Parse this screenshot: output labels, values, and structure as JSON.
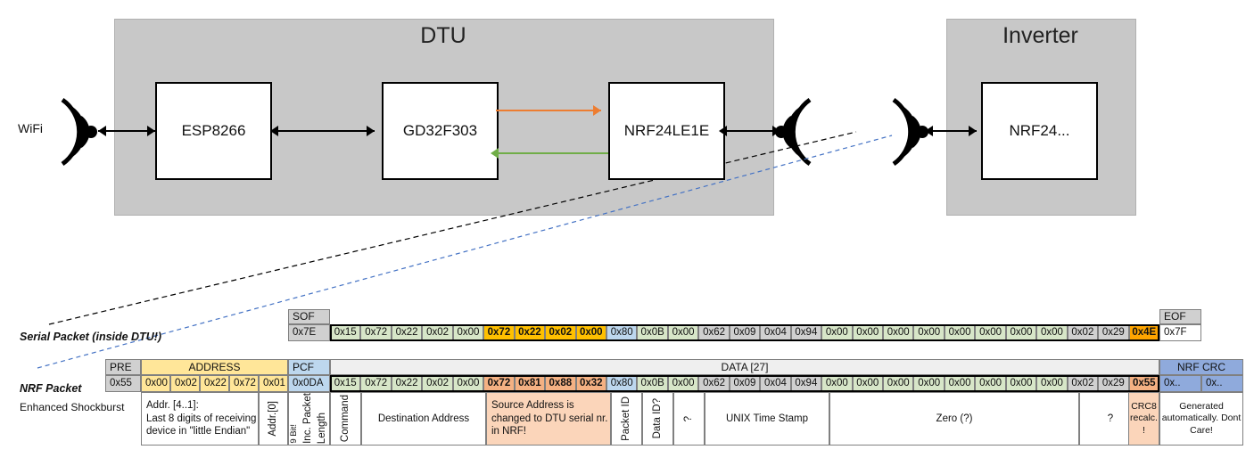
{
  "diagram": {
    "dtu": {
      "title": "DTU",
      "chips": [
        {
          "name": "ESP8266"
        },
        {
          "name": "GD32F303"
        },
        {
          "name": "NRF24LE1E"
        }
      ],
      "wifi_label": "WiFi"
    },
    "inverter": {
      "title": "Inverter",
      "chips": [
        {
          "name": "NRF24..."
        }
      ]
    },
    "colors": {
      "group_fill": "#c8c8c8",
      "orange_arrow": "#ED7D31",
      "green_arrow": "#70AD47",
      "black_arrow": "#000000",
      "blue_dash": "#4472C4",
      "black_dash": "#000000"
    }
  },
  "serial_packet": {
    "label": "Serial Packet (inside DTU!)",
    "sof_header": "SOF",
    "sof_value": "0x7E",
    "eof_header": "EOF",
    "eof_value": "0x7F",
    "bytes": [
      {
        "v": "0x15",
        "fill": "green",
        "bold": false
      },
      {
        "v": "0x72",
        "fill": "green",
        "bold": false
      },
      {
        "v": "0x22",
        "fill": "green",
        "bold": false
      },
      {
        "v": "0x02",
        "fill": "green",
        "bold": false
      },
      {
        "v": "0x00",
        "fill": "green",
        "bold": false
      },
      {
        "v": "0x72",
        "fill": "yellow",
        "bold": true
      },
      {
        "v": "0x22",
        "fill": "yellow",
        "bold": true
      },
      {
        "v": "0x02",
        "fill": "yellow",
        "bold": true
      },
      {
        "v": "0x00",
        "fill": "yellow",
        "bold": true
      },
      {
        "v": "0x80",
        "fill": "blue",
        "bold": false
      },
      {
        "v": "0x0B",
        "fill": "green",
        "bold": false
      },
      {
        "v": "0x00",
        "fill": "green",
        "bold": false
      },
      {
        "v": "0x62",
        "fill": "grey",
        "bold": false
      },
      {
        "v": "0x09",
        "fill": "grey",
        "bold": false
      },
      {
        "v": "0x04",
        "fill": "grey",
        "bold": false
      },
      {
        "v": "0x94",
        "fill": "grey",
        "bold": false
      },
      {
        "v": "0x00",
        "fill": "green",
        "bold": false
      },
      {
        "v": "0x00",
        "fill": "green",
        "bold": false
      },
      {
        "v": "0x00",
        "fill": "green",
        "bold": false
      },
      {
        "v": "0x00",
        "fill": "green",
        "bold": false
      },
      {
        "v": "0x00",
        "fill": "green",
        "bold": false
      },
      {
        "v": "0x00",
        "fill": "green",
        "bold": false
      },
      {
        "v": "0x00",
        "fill": "green",
        "bold": false
      },
      {
        "v": "0x00",
        "fill": "green",
        "bold": false
      },
      {
        "v": "0x02",
        "fill": "grey",
        "bold": false
      },
      {
        "v": "0x29",
        "fill": "grey",
        "bold": false
      },
      {
        "v": "0x4E",
        "fill": "orange",
        "bold": true
      }
    ]
  },
  "nrf_packet": {
    "label": "NRF Packet",
    "sublabel": "Enhanced Shockburst",
    "headers": {
      "pre": "PRE",
      "address": "ADDRESS",
      "pcf": "PCF",
      "data": "DATA [27]",
      "nrf_crc": "NRF CRC"
    },
    "pre_value": "0x55",
    "address_values": [
      "0x00",
      "0x02",
      "0x22",
      "0x72",
      "0x01"
    ],
    "pcf_value": "0x0DA",
    "crc_values": [
      "0x..",
      "0x.."
    ],
    "bytes": [
      {
        "v": "0x15",
        "fill": "green",
        "bold": false
      },
      {
        "v": "0x72",
        "fill": "green",
        "bold": false
      },
      {
        "v": "0x22",
        "fill": "green",
        "bold": false
      },
      {
        "v": "0x02",
        "fill": "green",
        "bold": false
      },
      {
        "v": "0x00",
        "fill": "green",
        "bold": false
      },
      {
        "v": "0x72",
        "fill": "salmon",
        "bold": true
      },
      {
        "v": "0x81",
        "fill": "salmon",
        "bold": true
      },
      {
        "v": "0x88",
        "fill": "salmon",
        "bold": true
      },
      {
        "v": "0x32",
        "fill": "salmon",
        "bold": true
      },
      {
        "v": "0x80",
        "fill": "blue",
        "bold": false
      },
      {
        "v": "0x0B",
        "fill": "green",
        "bold": false
      },
      {
        "v": "0x00",
        "fill": "green",
        "bold": false
      },
      {
        "v": "0x62",
        "fill": "grey",
        "bold": false
      },
      {
        "v": "0x09",
        "fill": "grey",
        "bold": false
      },
      {
        "v": "0x04",
        "fill": "grey",
        "bold": false
      },
      {
        "v": "0x94",
        "fill": "grey",
        "bold": false
      },
      {
        "v": "0x00",
        "fill": "green",
        "bold": false
      },
      {
        "v": "0x00",
        "fill": "green",
        "bold": false
      },
      {
        "v": "0x00",
        "fill": "green",
        "bold": false
      },
      {
        "v": "0x00",
        "fill": "green",
        "bold": false
      },
      {
        "v": "0x00",
        "fill": "green",
        "bold": false
      },
      {
        "v": "0x00",
        "fill": "green",
        "bold": false
      },
      {
        "v": "0x00",
        "fill": "green",
        "bold": false
      },
      {
        "v": "0x00",
        "fill": "green",
        "bold": false
      },
      {
        "v": "0x02",
        "fill": "grey",
        "bold": false
      },
      {
        "v": "0x29",
        "fill": "grey",
        "bold": false
      },
      {
        "v": "0x55",
        "fill": "salmon",
        "bold": true
      }
    ],
    "descriptions": {
      "address_main": "Addr. [4..1]:\nLast 8 digits of receiving device in \"little Endian\"",
      "addr0": "Addr.[0]",
      "pcf_lines": [
        "9 Bit!",
        "Inc. Packet",
        "Length"
      ],
      "command": "Command",
      "destination_address": "Destination Address",
      "source_address": "Source Address is changed to DTU serial nr. in NRF!",
      "packet_id": "Packet ID",
      "data_id": "Data ID?",
      "tilde": "?",
      "unix_time_stamp": "UNIX Time Stamp",
      "zero": "Zero (?)",
      "question": "?",
      "crc8": "CRC8 recalc. !",
      "nrf_crc_note": "Generated automatically. Dont Care!"
    }
  },
  "fills": {
    "green": "#D7E6C8",
    "yellow": "#FFC000",
    "orange": "#FFA500",
    "blue": "#BDD7EE",
    "grey": "#D0D0D0",
    "salmon": "#F4B183",
    "salmon_light": "#FBD5BA",
    "address_yellow": "#FFE699",
    "pcf_blue": "#BDD7EE",
    "crc_blue": "#8FAADC",
    "header_grey": "#D0D0D0",
    "data_header": "#EFEFEF"
  }
}
